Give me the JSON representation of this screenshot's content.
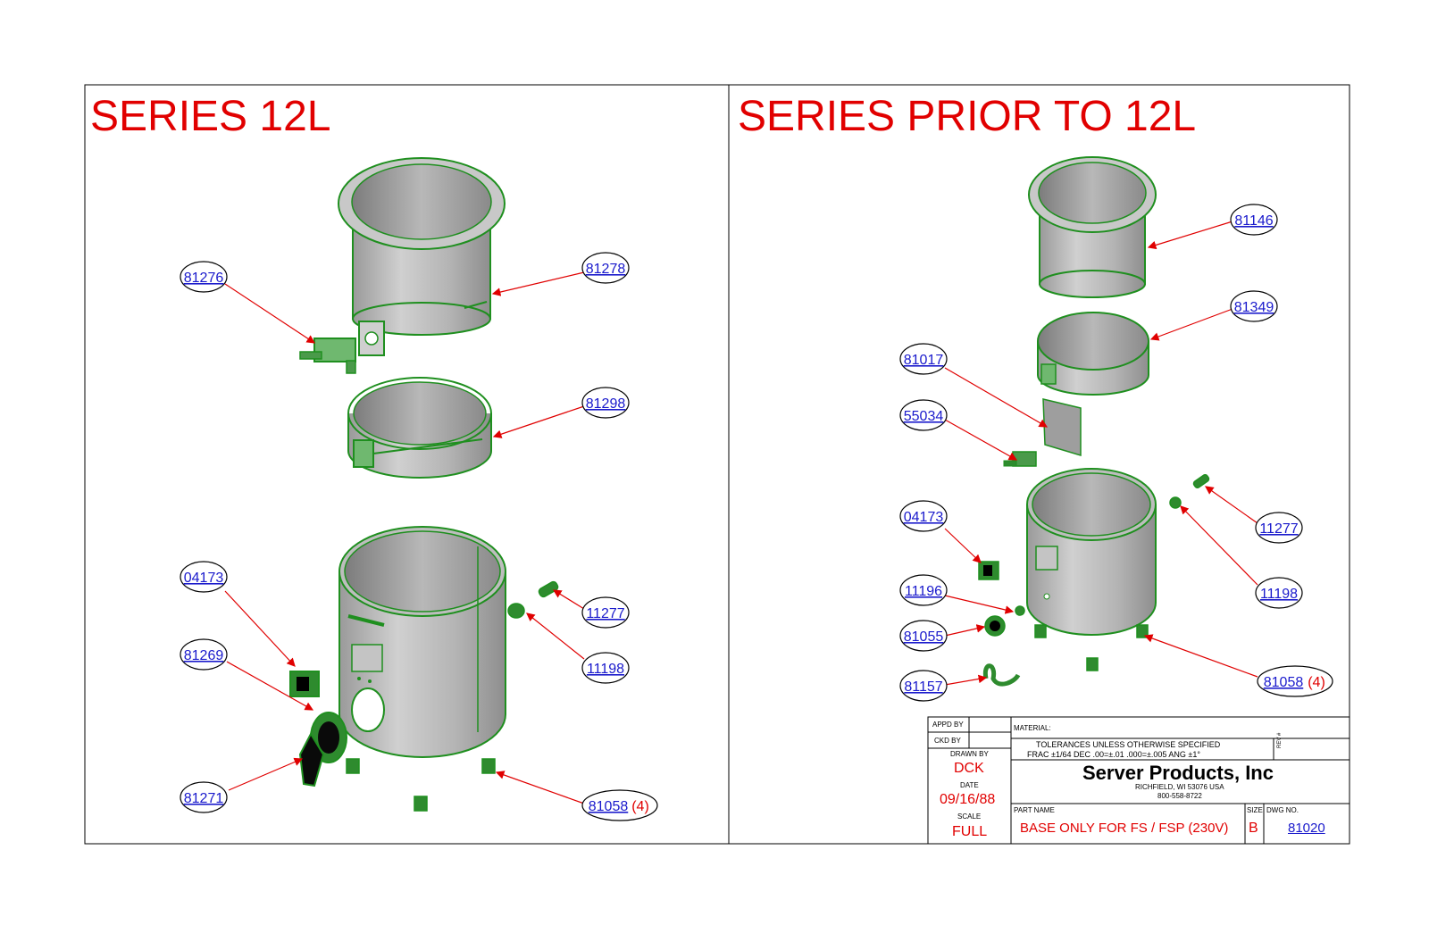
{
  "panels": {
    "left_title": "SERIES 12L",
    "right_title": "SERIES PRIOR TO 12L"
  },
  "callouts_left": [
    {
      "part": "81276",
      "qty": ""
    },
    {
      "part": "81278",
      "qty": ""
    },
    {
      "part": "81298",
      "qty": ""
    },
    {
      "part": "04173",
      "qty": ""
    },
    {
      "part": "11277",
      "qty": ""
    },
    {
      "part": "81269",
      "qty": ""
    },
    {
      "part": "11198",
      "qty": ""
    },
    {
      "part": "81271",
      "qty": ""
    },
    {
      "part": "81058",
      "qty": "(4)"
    }
  ],
  "callouts_right": [
    {
      "part": "81146",
      "qty": ""
    },
    {
      "part": "81349",
      "qty": ""
    },
    {
      "part": "81017",
      "qty": ""
    },
    {
      "part": "55034",
      "qty": ""
    },
    {
      "part": "04173",
      "qty": ""
    },
    {
      "part": "11277",
      "qty": ""
    },
    {
      "part": "11198",
      "qty": ""
    },
    {
      "part": "11196",
      "qty": ""
    },
    {
      "part": "81055",
      "qty": ""
    },
    {
      "part": "81058",
      "qty": "(4)"
    },
    {
      "part": "81157",
      "qty": ""
    }
  ],
  "title_block": {
    "appd_by_label": "APPD BY",
    "ckd_by_label": "CKD BY",
    "drawn_by_label": "DRAWN BY",
    "drawn_by": "DCK",
    "date_label": "DATE",
    "date": "09/16/88",
    "scale_label": "SCALE",
    "scale": "FULL",
    "material_label": "MATERIAL:",
    "tolerances_line1": "TOLERANCES UNLESS OTHERWISE SPECIFIED",
    "tolerances_line2": "FRAC ±1/64  DEC .00=±.01  .000=±.005  ANG ±1°",
    "rev_label": "REV #",
    "company": "Server Products, Inc",
    "address": "RICHFIELD, WI 53076 USA",
    "phone": "800-558-8722",
    "part_name_label": "PART NAME",
    "part_name": "BASE ONLY FOR FS / FSP (230V)",
    "size_label": "SIZE",
    "size": "B",
    "dwg_no_label": "DWG NO.",
    "dwg_no": "81020"
  },
  "colors": {
    "title_red": "#e10000",
    "part_green": "#1f8f1f",
    "callout_blue": "#1a1acc",
    "leader_red": "#e00000",
    "body_gray": "#a8a8a8"
  }
}
